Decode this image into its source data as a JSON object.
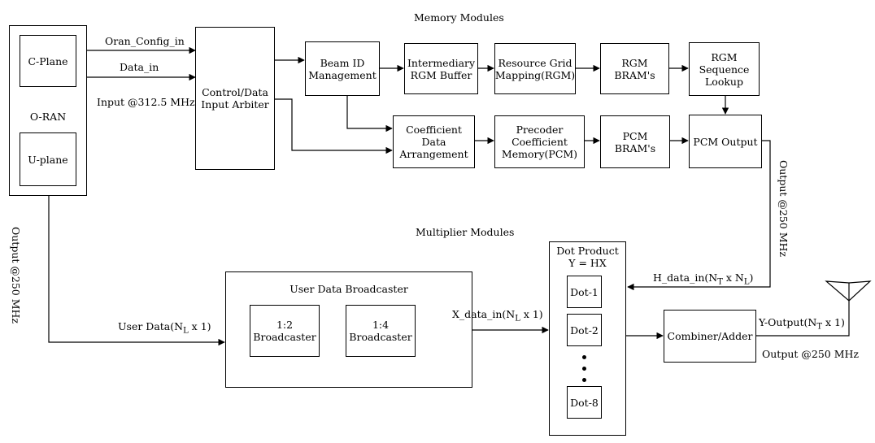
{
  "titles": {
    "memory": "Memory Modules",
    "multiplier": "Multiplier Modules"
  },
  "oran": {
    "label": "O-RAN",
    "c_plane": "C-Plane",
    "u_plane": "U-plane"
  },
  "signals": {
    "oran_config_in": "Oran_Config_in",
    "data_in": "Data_in",
    "input_rate": "Input @312.5 MHz",
    "output_left_rate": "Output @250 MHz",
    "output_right_rate": "Output @250 MHz",
    "output_bottom_rate": "Output @250 MHz",
    "user_data_prefix": "User Data(N",
    "user_data_sub": "L",
    "user_data_suffix": " x 1)",
    "x_data_prefix": "X_data_in(N",
    "x_data_sub": "L",
    "x_data_suffix": " x 1)",
    "h_data_prefix": "H_data_in(N",
    "h_data_sub1": "T",
    "h_data_mid": " x N",
    "h_data_sub2": "L",
    "h_data_suffix": ")",
    "y_out_prefix": "Y-Output(N",
    "y_out_sub": "T",
    "y_out_suffix": " x 1)"
  },
  "blocks": {
    "arbiter": [
      "Control/Data",
      "Input Arbiter"
    ],
    "beam": [
      "Beam ID",
      "Management"
    ],
    "rgm_buffer": [
      "Intermediary",
      "RGM Buffer"
    ],
    "rgm": [
      "Resource Grid",
      "Mapping(RGM)"
    ],
    "rgm_bram": [
      "RGM BRAM's"
    ],
    "rgm_lookup": [
      "RGM",
      "Sequence",
      "Lookup"
    ],
    "coeff": [
      "Coefficient",
      "Data",
      "Arrangement"
    ],
    "pcm": [
      "Precoder",
      "Coefficient",
      "Memory(PCM)"
    ],
    "pcm_bram": [
      "PCM BRAM's"
    ],
    "pcm_output": [
      "PCM Output"
    ],
    "broadcaster_title": "User Data Broadcaster",
    "b12": [
      "1:2",
      "Broadcaster"
    ],
    "b14": [
      "1:4",
      "Broadcaster"
    ],
    "dot_product": [
      "Dot Product",
      "Y = HX"
    ],
    "dot1": "Dot-1",
    "dot2": "Dot-2",
    "dot8": "Dot-8",
    "combiner": "Combiner/Adder"
  }
}
